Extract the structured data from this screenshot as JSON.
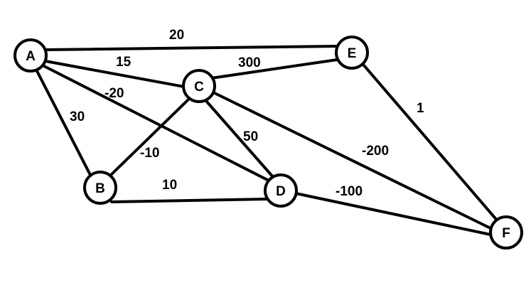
{
  "nodes": [
    {
      "id": "A",
      "label": "A"
    },
    {
      "id": "B",
      "label": "B"
    },
    {
      "id": "C",
      "label": "C"
    },
    {
      "id": "D",
      "label": "D"
    },
    {
      "id": "E",
      "label": "E"
    },
    {
      "id": "F",
      "label": "F"
    }
  ],
  "edges": [
    {
      "from": "A",
      "to": "E",
      "weight": "20"
    },
    {
      "from": "A",
      "to": "C",
      "weight": "15"
    },
    {
      "from": "A",
      "to": "D",
      "weight": "-20"
    },
    {
      "from": "A",
      "to": "B",
      "weight": "30"
    },
    {
      "from": "C",
      "to": "E",
      "weight": "300"
    },
    {
      "from": "C",
      "to": "B",
      "weight": "-10"
    },
    {
      "from": "C",
      "to": "D",
      "weight": "50"
    },
    {
      "from": "C",
      "to": "F",
      "weight": "-200"
    },
    {
      "from": "B",
      "to": "D",
      "weight": "10"
    },
    {
      "from": "D",
      "to": "F",
      "weight": "-100"
    },
    {
      "from": "E",
      "to": "F",
      "weight": "1"
    }
  ],
  "colors": {
    "stroke": "#000000",
    "background": "#ffffff"
  }
}
